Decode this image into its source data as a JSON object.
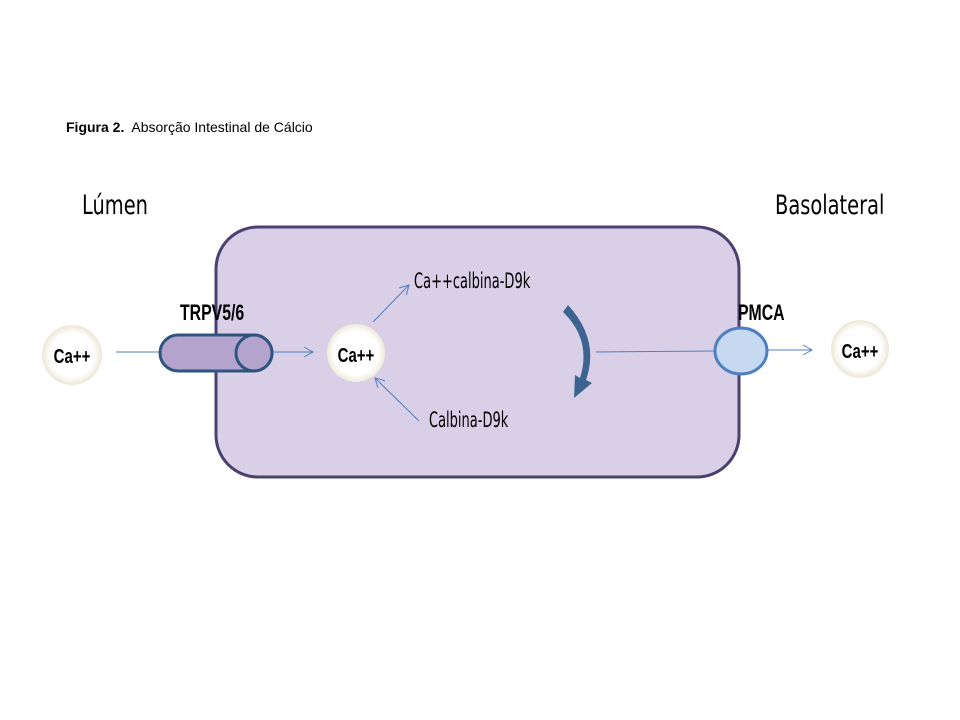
{
  "caption": {
    "label": "Figura 2.",
    "title": "Absorção Intestinal de Cálcio"
  },
  "regions": {
    "left": "Lúmen",
    "right": "Basolateral"
  },
  "channels": {
    "entry": "TRPV5/6",
    "exit": "PMCA"
  },
  "ions": {
    "lumen": "Ca++",
    "cytosol": "Ca++",
    "basolateral": "Ca++"
  },
  "proteins": {
    "bound": "Ca++calbina-D9k",
    "free": "Calbina-D9k"
  },
  "colors": {
    "cell_fill": "#d9d0e8",
    "cell_stroke": "#4a4170",
    "arrow": "#4f7fc0",
    "curved_arrow": "#3d6390",
    "pmca_fill": "#c6d9f1",
    "trpv_fill": "#b4a3cc"
  }
}
